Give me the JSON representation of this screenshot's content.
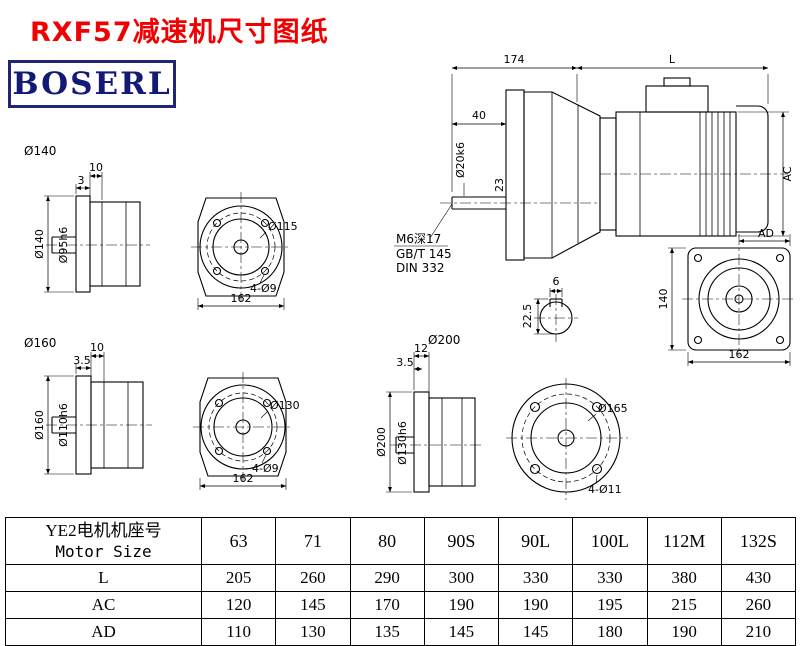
{
  "page": {
    "title": "RXF57减速机尺寸图纸",
    "logo": "BOSERL"
  },
  "main_view": {
    "dim_174": "174",
    "dim_L": "L",
    "dim_40": "40",
    "shaft_dia": "Ø20k6",
    "dim_23": "23",
    "dim_AC": "AC",
    "note_1": "M6深17",
    "note_2": "GB/T 145",
    "note_3": "DIN 332"
  },
  "keyway_view": {
    "dim_6": "6",
    "dim_22_5": "22.5"
  },
  "rear_view": {
    "dim_AD": "AD",
    "dim_140": "140",
    "dim_162": "162"
  },
  "flange140": {
    "label": "Ø140",
    "dim_10": "10",
    "dim_3": "3",
    "dia": "Ø140",
    "hub_dia": "Ø95h6",
    "bolt_circle": "Ø115",
    "holes": "4-Ø9",
    "width": "162"
  },
  "flange160": {
    "label": "Ø160",
    "dim_10": "10",
    "dim_3_5": "3.5",
    "dia": "Ø160",
    "hub_dia": "Ø110h6",
    "bolt_circle": "Ø130",
    "holes": "4-Ø9",
    "width": "162"
  },
  "flange200": {
    "label": "Ø200",
    "dim_12": "12",
    "dim_3_5": "3.5",
    "dia": "Ø200",
    "hub_dia": "Ø130h6",
    "bolt_circle": "Ø165",
    "holes": "4-Ø11"
  },
  "table": {
    "header_cn": "YE2电机机座号",
    "header_en": "Motor Size",
    "sizes": [
      "63",
      "71",
      "80",
      "90S",
      "90L",
      "100L",
      "112M",
      "132S"
    ],
    "rows": [
      {
        "label": "L",
        "values": [
          "205",
          "260",
          "290",
          "300",
          "330",
          "330",
          "380",
          "430"
        ]
      },
      {
        "label": "AC",
        "values": [
          "120",
          "145",
          "170",
          "190",
          "190",
          "195",
          "215",
          "260"
        ]
      },
      {
        "label": "AD",
        "values": [
          "110",
          "130",
          "135",
          "145",
          "145",
          "180",
          "190",
          "210"
        ]
      }
    ]
  }
}
